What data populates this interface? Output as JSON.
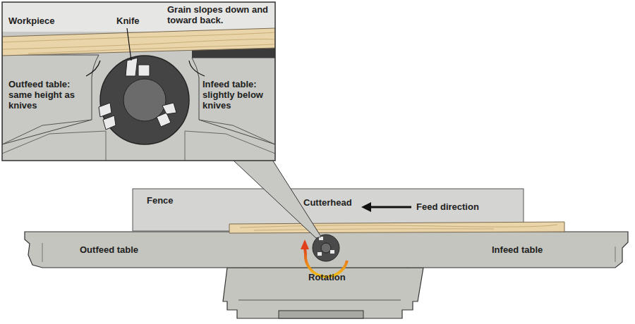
{
  "diagram": {
    "labels": [
      "Workpiece",
      "Knife",
      "Grain slopes down and toward back.",
      "Outfeed table: same height as knives",
      "Infeed table: slightly below knives",
      "Fence",
      "Cutterhead",
      "Feed direction",
      "Outfeed table",
      "Infeed table",
      "Rotation"
    ]
  }
}
